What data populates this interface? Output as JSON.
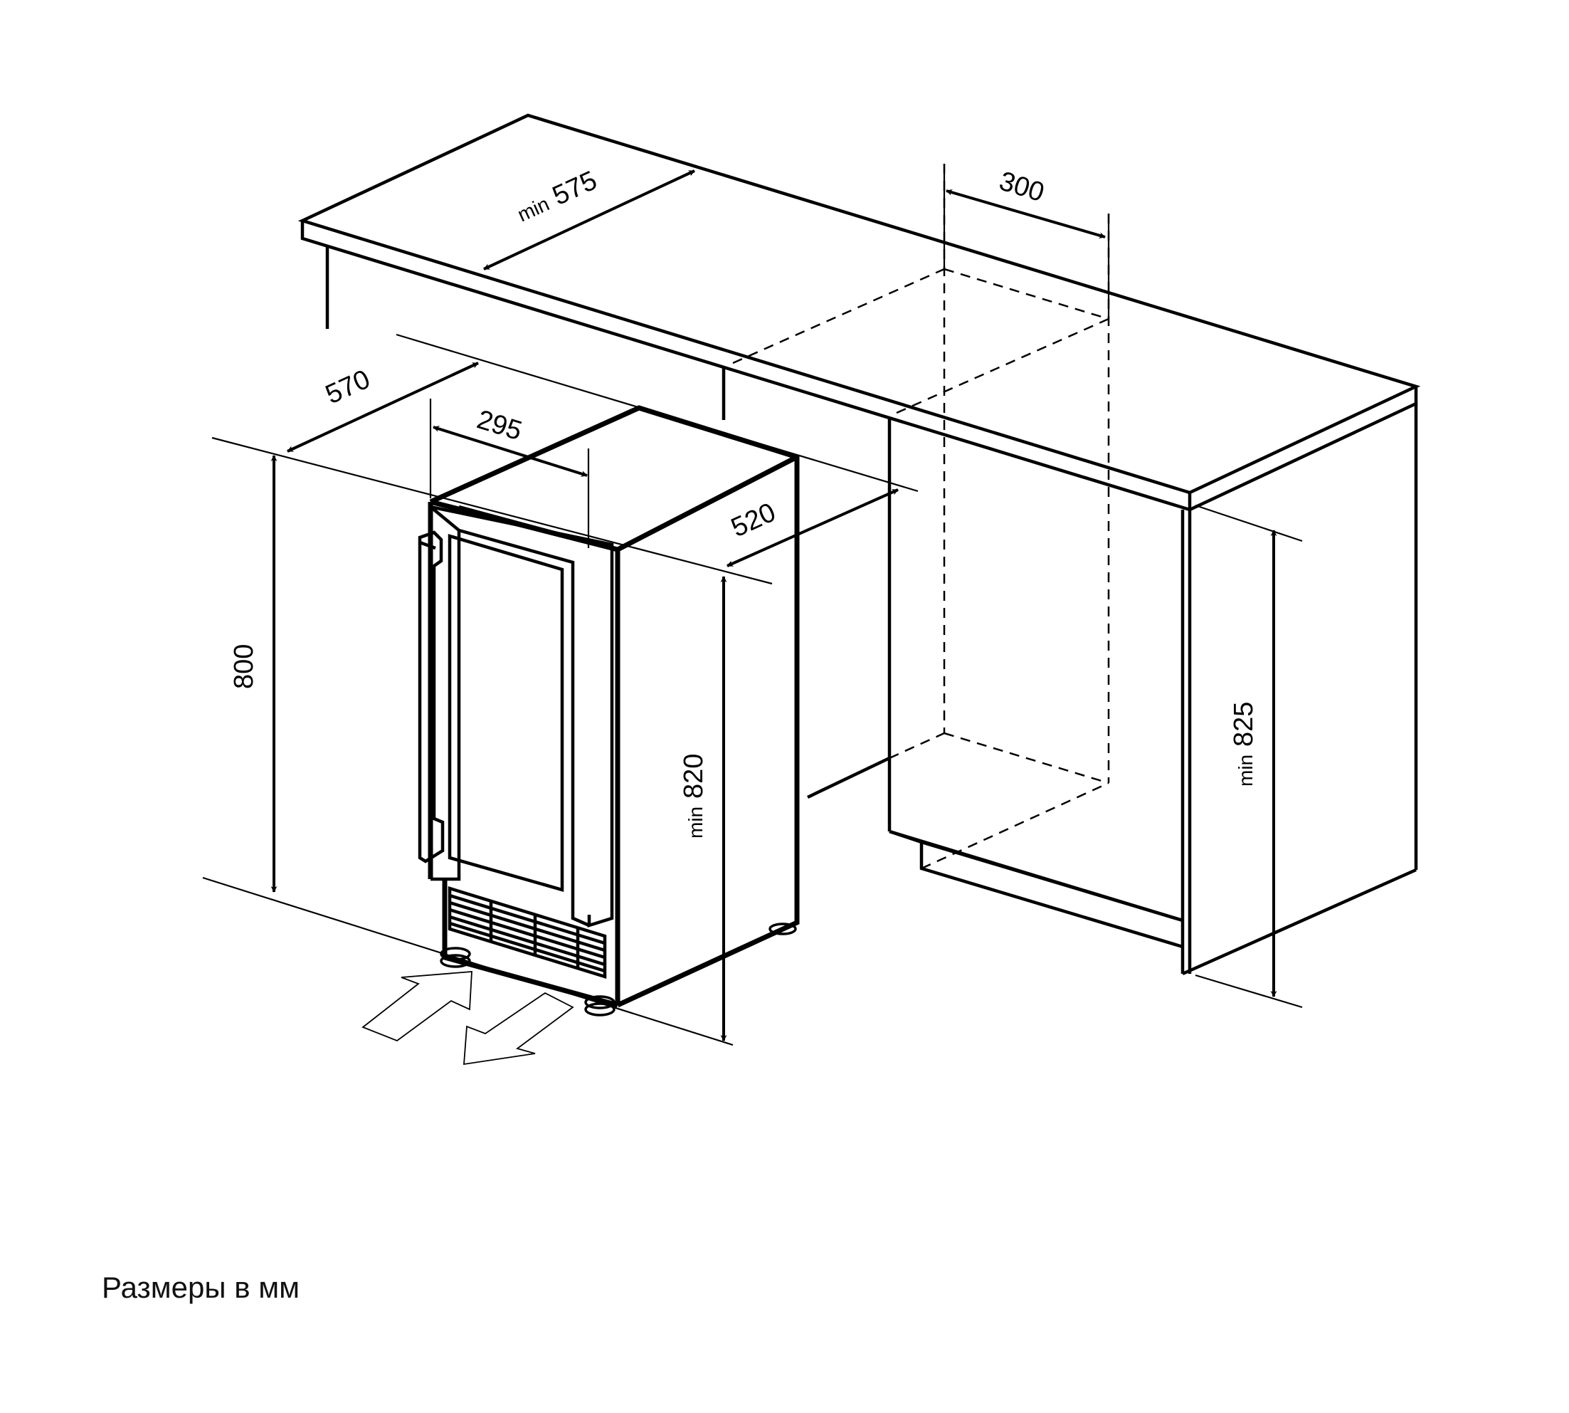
{
  "caption": "Размеры в мм",
  "dimensions": {
    "countertop_depth": {
      "prefix": "min",
      "value": "575"
    },
    "ventilation_gap": {
      "value": "300"
    },
    "door_open_depth": {
      "value": "570"
    },
    "door_width": {
      "value": "295"
    },
    "body_depth": {
      "value": "520"
    },
    "height": {
      "value": "800"
    },
    "niche_height": {
      "prefix": "min",
      "value": "820"
    },
    "counter_height": {
      "prefix": "min",
      "value": "825"
    }
  },
  "colors": {
    "line": "#000000",
    "background": "#ffffff"
  }
}
